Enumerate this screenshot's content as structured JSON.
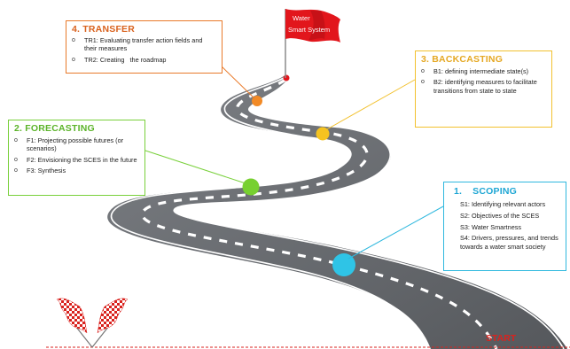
{
  "goal_flag": {
    "line1": "Water",
    "line2": "Smart System"
  },
  "start_label": "START",
  "stages": {
    "transfer": {
      "title": "4. TRANSFER",
      "items": [
        "TR1: Evaluating transfer action fields and their measures",
        "TR2: Creating   the roadmap"
      ],
      "color": "#e97a2a"
    },
    "backcasting": {
      "title": "3. BACKCASTING",
      "items": [
        "B1: defining intermediate state(s)",
        "B2: identifying measures to facilitate transitions from state to state"
      ],
      "color": "#f2c12f"
    },
    "forecasting": {
      "title": "2. FORECASTING",
      "items": [
        "F1: Projecting possible futures (or scenarios)",
        "F2: Envisioning the SCES in the future",
        "F3: Synthesis"
      ],
      "color": "#79d03b"
    },
    "scoping": {
      "number": "1.",
      "title": "SCOPING",
      "items": [
        "S1: Identifying relevant actors",
        "S2: Objectives of the SCES",
        "S3: Water Smartness",
        "S4: Drivers, pressures, and trends towards a water smart society"
      ],
      "color": "#2fb8de"
    }
  },
  "colors": {
    "road": "#6c6f73",
    "road_edge": "#ffffff",
    "flag": "#e2161c",
    "checker": "#d9221e"
  }
}
